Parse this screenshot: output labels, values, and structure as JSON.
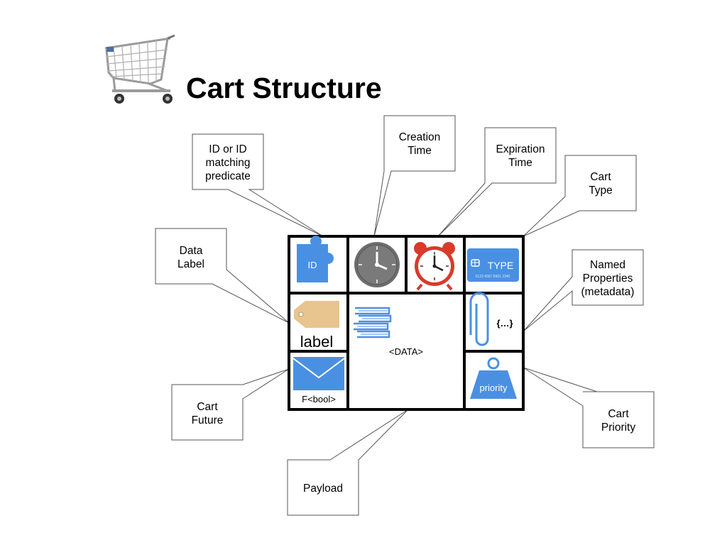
{
  "title": "Cart Structure",
  "callouts": {
    "id": [
      "ID or ID",
      "matching",
      "predicate"
    ],
    "creation": [
      "Creation",
      "Time"
    ],
    "expiration": [
      "Expiration",
      "Time"
    ],
    "type": [
      "Cart",
      "Type"
    ],
    "data_label": [
      "Data",
      "Label"
    ],
    "named_props": [
      "Named",
      "Properties",
      "(metadata)"
    ],
    "future": [
      "Cart",
      "Future"
    ],
    "priority": [
      "Cart",
      "Priority"
    ],
    "payload": [
      "Payload"
    ]
  },
  "cells": {
    "id_badge": "ID",
    "type_badge": "TYPE",
    "type_card_number": "0123 4567 8901 2345",
    "label_text": "label",
    "data_text": "<DATA>",
    "metadata_text": "{…}",
    "future_text": "F<bool>",
    "priority_text": "priority"
  },
  "colors": {
    "accent_blue": "#4a90e2",
    "alarm_red": "#d93a2b",
    "clock_gray": "#6e6e6e",
    "tag_tan": "#e8c48e",
    "grid_black": "#000000"
  }
}
